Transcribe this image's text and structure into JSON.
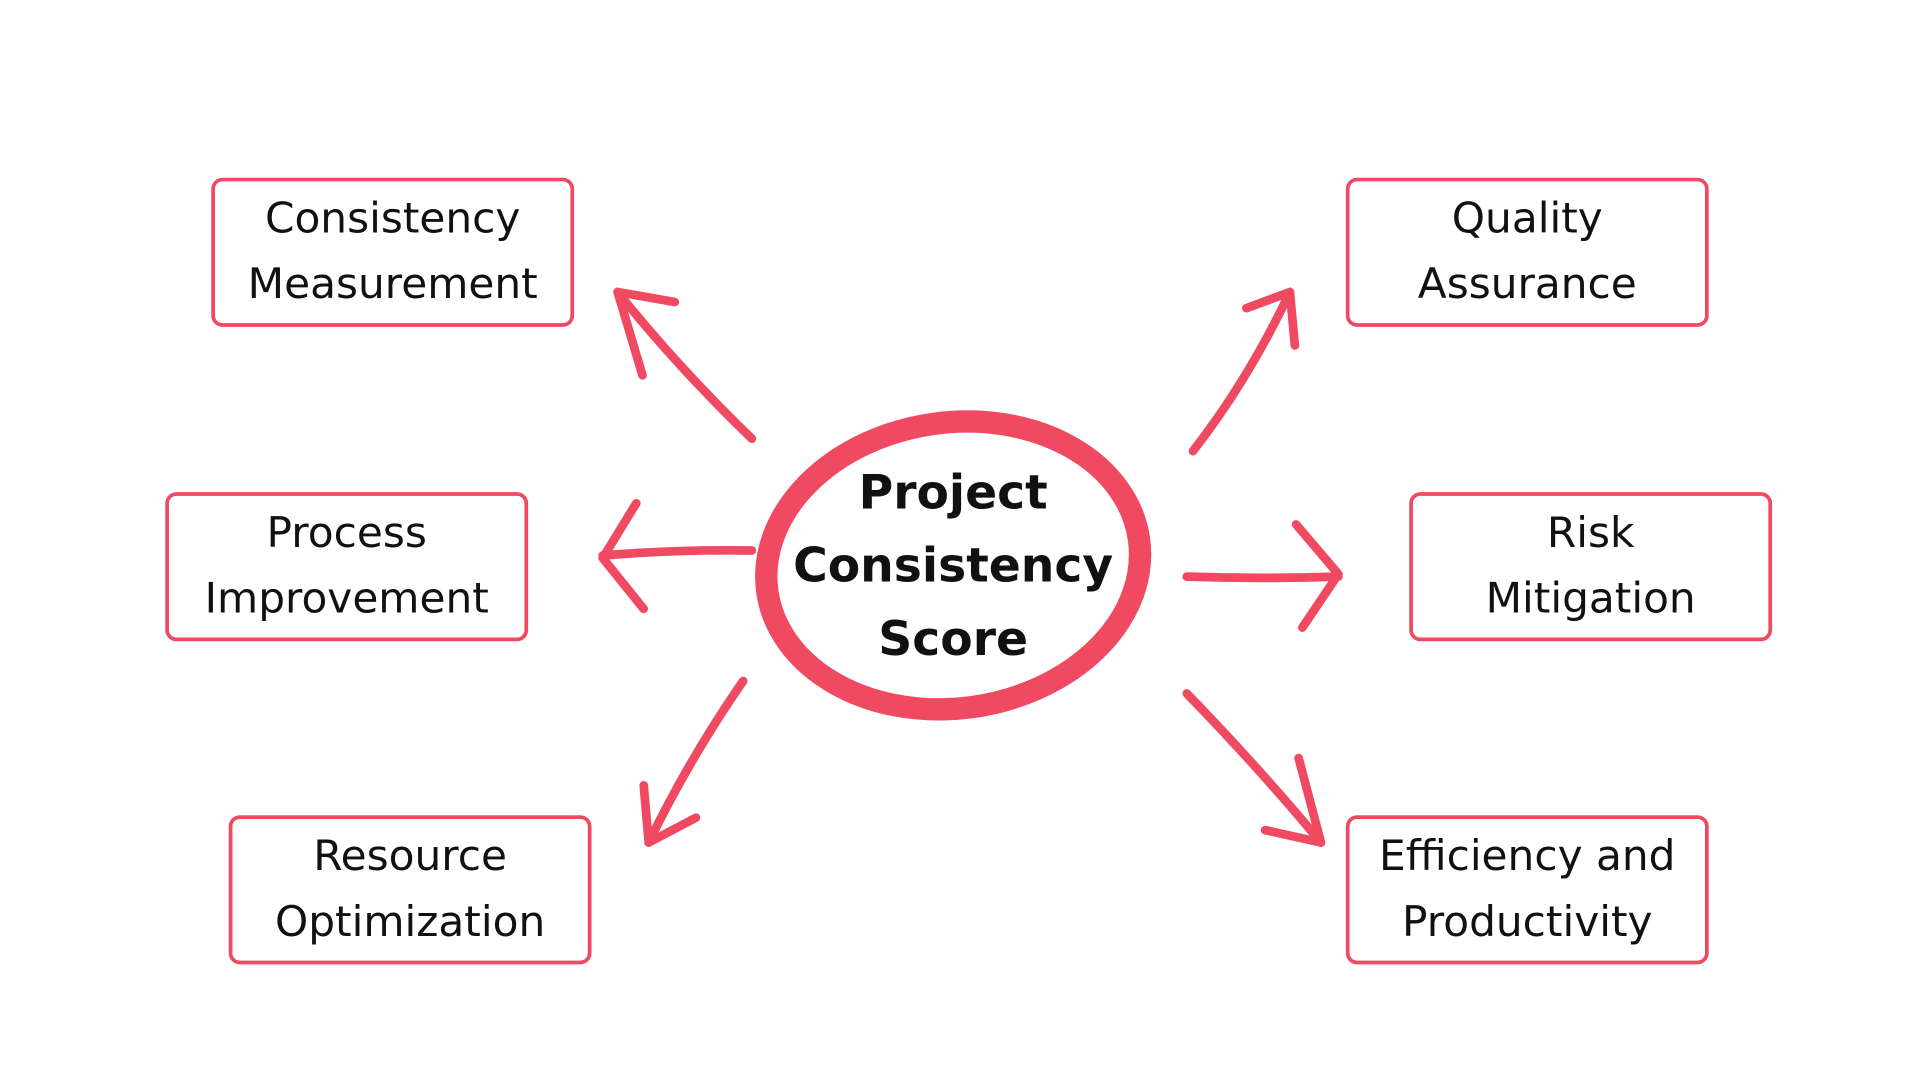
{
  "accent_color": "#ef4a62",
  "center": {
    "line1": "Project",
    "line2": "Consistency",
    "line3": "Score"
  },
  "nodes": [
    {
      "line1": "Consistency",
      "line2": "Measurement"
    },
    {
      "line1": "Quality",
      "line2": "Assurance"
    },
    {
      "line1": "Process",
      "line2": "Improvement"
    },
    {
      "line1": "Risk",
      "line2": "Mitigation"
    },
    {
      "line1": "Resource",
      "line2": "Optimization"
    },
    {
      "line1": "Efficiency and",
      "line2": "Productivity"
    }
  ]
}
